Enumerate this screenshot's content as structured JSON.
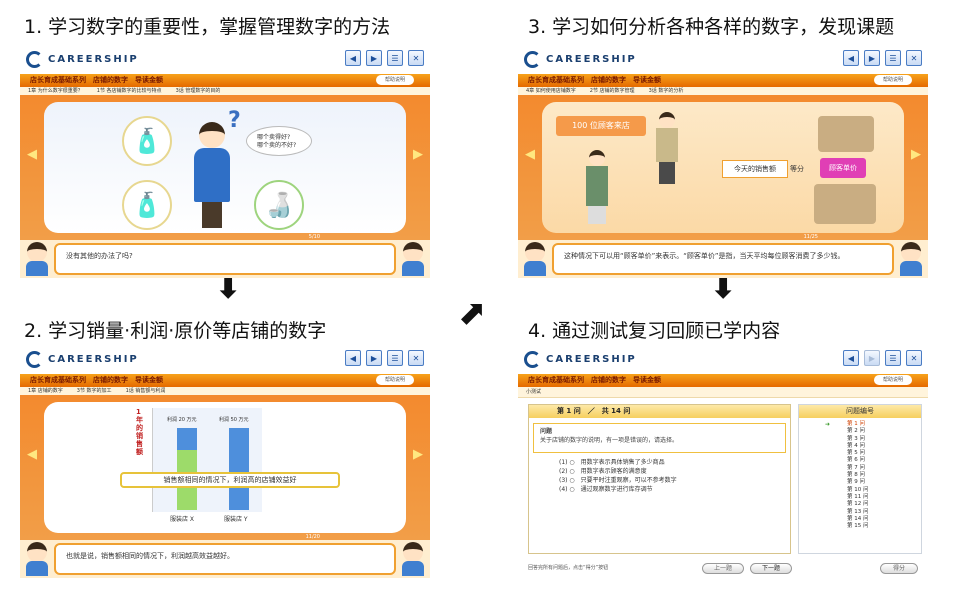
{
  "titles": [
    "1. 学习数字的重要性，掌握管理数字的方法",
    "3. 学习如何分析各种各样的数字，发现课题",
    "2. 学习销量·利润·原价等店铺的数字",
    "4. 通过测试复习回顾已学内容"
  ],
  "brand": "CAREERSHIP",
  "controls": {
    "prev": "◀",
    "next": "▶",
    "menu": "☰",
    "close": "✕"
  },
  "nav": {
    "prev": "◀",
    "next": "▶"
  },
  "course_bar": "店长育成基础系列　店铺的数字　导读金额",
  "help_label": "帮助说明",
  "panel1": {
    "chapters": [
      "1章 为什么数字很重要？",
      "1节 各店铺数字的比较与特点",
      "3话 管理数字的目的"
    ],
    "thought": "哪个卖得好?\n哪个卖的不好?",
    "question_mark": "?",
    "page": "5/10",
    "dialogue": "没有其他的办法了吗?"
  },
  "panel3": {
    "chapters": [
      "4章 如何使用店铺数字",
      "2节 店铺的数字管理",
      "3话 数字的分析"
    ],
    "store_label": "100 位顾客来店",
    "sales_label": "今天的销售额",
    "equal_label": "等分",
    "unit_price_label": "顾客单价",
    "page": "11/25",
    "dialogue": "这种情况下可以用“顾客单价”来表示。“顾客单价”是指，当天平均每位顾客消费了多少钱。"
  },
  "panel2": {
    "chapters": [
      "1章 店铺的数字",
      "3节 数字的加工",
      "1话 销售额与利润"
    ],
    "y_axis": "1年的销售额",
    "bar_a_label": "利润 20 万元",
    "bar_b_label": "利润 50 万元",
    "store_a": "服装店 X",
    "store_b": "服装店 Y",
    "overlay": "销售额相同的情况下，利润高的店铺效益好",
    "page": "11/20",
    "dialogue": "也就是说，销售额相同的情况下，利润越高效益越好。"
  },
  "panel4": {
    "top": "小测试",
    "header": "第 1 问　／　共 14 问",
    "question_title": "问题",
    "question_text": "关于店铺的数字的说明，有一项是错误的，请选择。",
    "options": [
      "(1) ○　用数字表示具体销售了多少商品",
      "(2) ○　用数字表示顾客的满意度",
      "(3) ○　只要平时注重观察，可以不参考数字",
      "(4) ○　通过观察数字进行库存调节"
    ],
    "list_title": "问题编号",
    "list": [
      "第 1 问",
      "第 2 问",
      "第 3 问",
      "第 4 问",
      "第 5 问",
      "第 6 问",
      "第 7 问",
      "第 8 问",
      "第 9 问",
      "第 10 问",
      "第 11 问",
      "第 12 问",
      "第 13 问",
      "第 14 问",
      "第 15 问"
    ],
    "note": "回答完所有问题后，点击“得分”按钮",
    "prev_btn": "上一题",
    "next_btn": "下一题",
    "score_btn": "得分"
  },
  "colors": {
    "orange": "#f38a2e",
    "blue": "#3f7fd0",
    "green": "#7ac943"
  }
}
